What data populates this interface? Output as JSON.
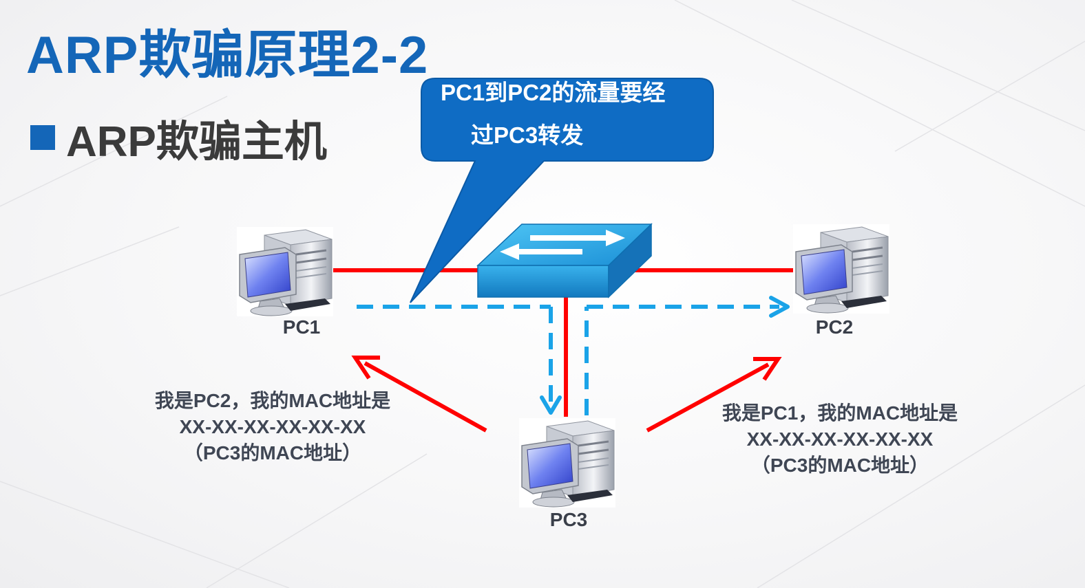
{
  "title": "ARP欺骗原理2-2",
  "subtitle": "ARP欺骗主机",
  "callout": {
    "line1": "PC1到PC2的流量要经",
    "line2": "过PC3转发"
  },
  "nodes": {
    "pc1": "PC1",
    "pc2": "PC2",
    "pc3": "PC3"
  },
  "note_left": {
    "line1": "我是PC2，我的MAC地址是",
    "line2": "XX-XX-XX-XX-XX-XX",
    "line3": "（PC3的MAC地址）"
  },
  "note_right": {
    "line1": "我是PC1，我的MAC地址是",
    "line2": "XX-XX-XX-XX-XX-XX",
    "line3": "（PC3的MAC地址）"
  },
  "colors": {
    "accent": "#1466b8",
    "callout": "#0f6cc4",
    "link": "#ff0000",
    "traffic": "#1aa3e8"
  }
}
